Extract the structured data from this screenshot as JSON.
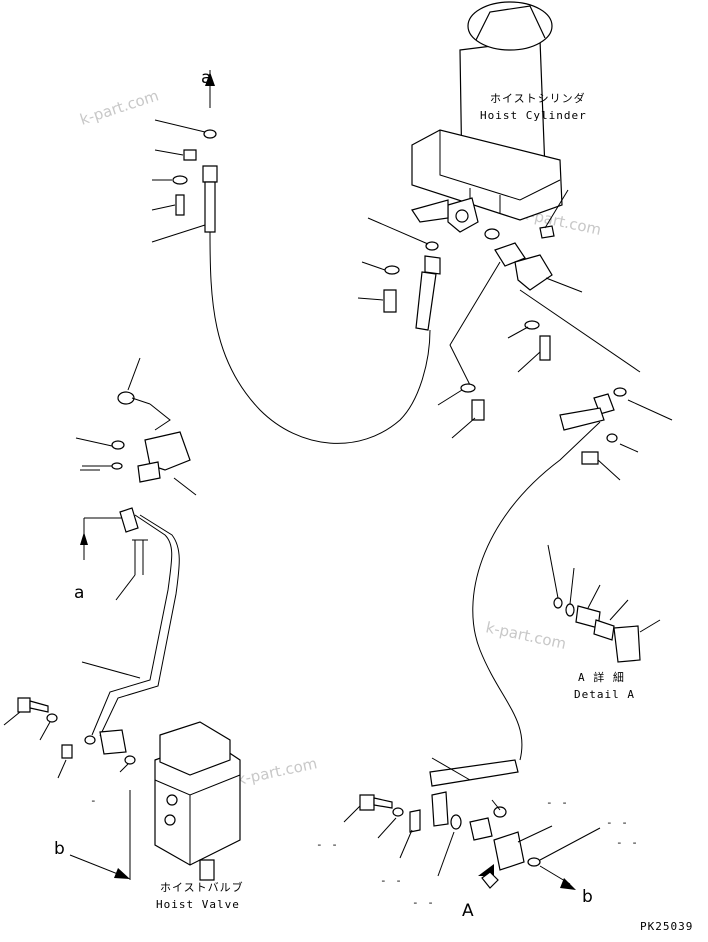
{
  "labels": {
    "hoist_cylinder_jp": "ホイストシリンダ",
    "hoist_cylinder_en": "Hoist Cylinder",
    "hoist_valve_jp": "ホイストバルブ",
    "hoist_valve_en": "Hoist Valve",
    "detail_a_jp": "A  詳 細",
    "detail_a_en": "Detail A",
    "ref_a_top": "a",
    "ref_a_left": "a",
    "ref_b_left": "b",
    "ref_b_right": "b",
    "view_a": "A",
    "part_code": "PK25039"
  },
  "watermarks": [
    "k-part.com",
    "k-part.com",
    "k-part.com",
    "k-part.com"
  ],
  "dash_marks": [
    "-",
    "- -",
    "- -",
    "- -",
    "- -",
    "- -",
    "- -"
  ]
}
